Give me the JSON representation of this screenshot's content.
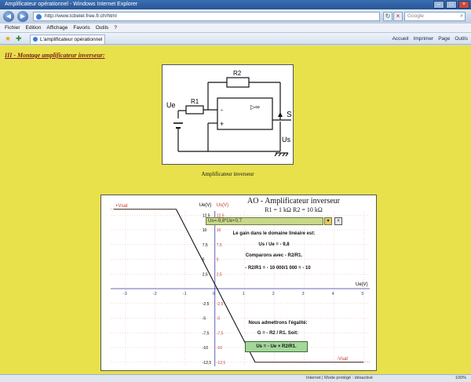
{
  "browser": {
    "window_title": "Amplificateur opérationnel - Windows Internet Explorer",
    "url": "http://www.tcbelel.free.fr.ch/html",
    "search_placeholder": "Google",
    "menu": [
      "Fichier",
      "Edition",
      "Affichage",
      "Favoris",
      "Outils",
      "?"
    ],
    "tab_title": "L'amplificateur opérationnel",
    "tools": [
      "Accueil",
      "Imprimer",
      "Page",
      "Outils"
    ],
    "status_left": "",
    "status_mid": "Internet | Mode protégé : désactivé",
    "status_zoom": "100%"
  },
  "page": {
    "background": "#e8e14c",
    "section_title": "III - Montage amplificateur inverseur:",
    "circuit": {
      "label_r2": "R2",
      "label_r1": "R1",
      "label_ue": "Ue",
      "label_us": "Us",
      "label_s": "S",
      "label_minus": "-",
      "label_plus": "+",
      "label_opamp": "▷∞"
    },
    "circuit_caption": "Amplificateur inverseur"
  },
  "graph": {
    "title": "AO - Amplificateur inverseur",
    "subtitle": "R1 = 1 kΩ   R2 = 10 kΩ",
    "formula_value": "Us=-9,8*Ue+0,7",
    "yaxis_title_black": "Ue(V)",
    "yaxis_title_red": "Us(V)",
    "xaxis_title": "Ue(V)",
    "vsat_plus": "+Vsat",
    "vsat_minus": "-Vsat",
    "text_gain_line1": "Le gain dans le domaine linéaire est:",
    "text_gain_line2": "Us / Ue = - 9,8",
    "text_compare": "Comparons avec - R2/R1.",
    "text_ratio": "- R2/R1 = - 10 000/1 000 = - 10",
    "text_admit": "Nous admettrons l'égalité:",
    "text_equation": "G = - R2 / R1. Soit:",
    "gain_box": "Us = - Ue × R2/R1.",
    "axis_color_red": "#c0392b",
    "curve_color": "#111111",
    "grid_color": "#f0a0a0"
  },
  "chart_data": {
    "type": "line",
    "title": "AO - Amplificateur inverseur",
    "subtitle": "R1 = 1 kΩ   R2 = 10 kΩ",
    "xlabel": "Ue(V)",
    "ylabel": "Us(V)",
    "xlim": [
      -3.5,
      5.2
    ],
    "ylim": [
      -13.2,
      13.2
    ],
    "x_ticks": [
      -3,
      -2,
      -1,
      0,
      1,
      2,
      3,
      4,
      5
    ],
    "y_ticks": [
      -12.5,
      -10,
      -7.5,
      -5,
      -2.5,
      0,
      2.5,
      5,
      7.5,
      10,
      12.5
    ],
    "y_tick_labels_black": [
      "-12,5",
      "-10",
      "-7,5",
      "-5",
      "-2,5",
      "0",
      "2,5",
      "5",
      "7,5",
      "10",
      "12,5"
    ],
    "y_tick_labels_red": [
      "-12,5",
      "-10",
      "-7,5",
      "-5",
      "-2,5",
      "0",
      "2,5",
      "5",
      "7,5",
      "10",
      "12,5"
    ],
    "x_tick_labels": [
      "-3",
      "-2",
      "-1",
      "0",
      "1",
      "2",
      "3",
      "4",
      "5"
    ],
    "grid": true,
    "series": [
      {
        "x": [
          -3.4,
          -1.3,
          1.35,
          5.0
        ],
        "y": [
          13.5,
          13.5,
          -12.5,
          -12.5
        ]
      }
    ],
    "vsat_plus_y": 13.5,
    "vsat_minus_y": -12.5
  }
}
